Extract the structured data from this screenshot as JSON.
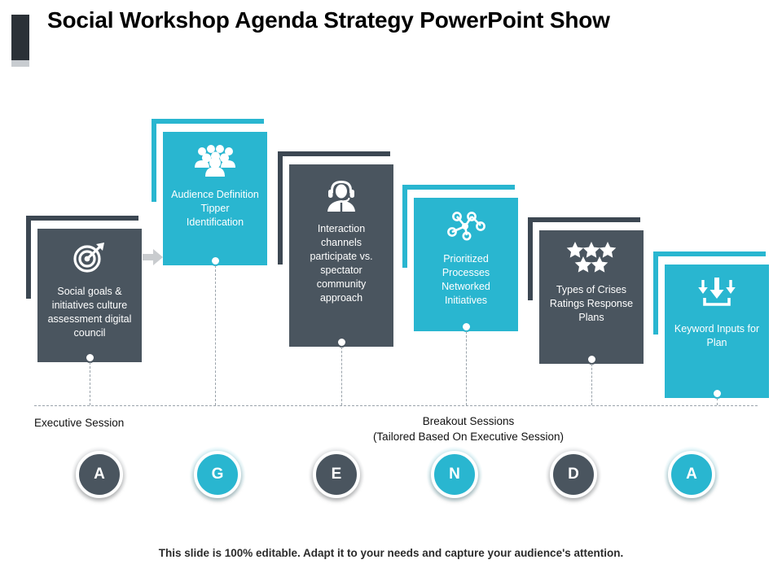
{
  "slide": {
    "title": "Social Workshop Agenda Strategy PowerPoint Show",
    "footer_note": "This slide is 100% editable. Adapt it to your needs and capture your audience's attention."
  },
  "colors": {
    "dark": "#4a555f",
    "teal": "#29b6d0",
    "bracket_dark": "#3c4752",
    "bracket_teal": "#29b6d0",
    "white": "#ffffff",
    "dashed": "#9aa3ab",
    "arrow_gray": "#c9cccf",
    "title_block": "#2b3137"
  },
  "steps": [
    {
      "id": "step-1",
      "icon": "target-icon",
      "text": "Social goals & initiatives culture assessment digital council",
      "theme": "dark"
    },
    {
      "id": "step-2",
      "icon": "people-group-icon",
      "text": "Audience Definition Tipper Identification",
      "theme": "teal"
    },
    {
      "id": "step-3",
      "icon": "headset-agent-icon",
      "text": "Interaction channels participate vs. spectator community approach",
      "theme": "dark"
    },
    {
      "id": "step-4",
      "icon": "network-nodes-icon",
      "text": "Prioritized Processes Networked Initiatives",
      "theme": "teal"
    },
    {
      "id": "step-5",
      "icon": "five-stars-icon",
      "text": "Types of Crises Ratings Response Plans",
      "theme": "dark"
    },
    {
      "id": "step-6",
      "icon": "inputs-tray-icon",
      "text": "Keyword Inputs for Plan",
      "theme": "teal"
    }
  ],
  "timeline": {
    "left_label": "Executive  Session",
    "right_label_line1": "Breakout Sessions",
    "right_label_line2": "(Tailored Based On Executive Session)"
  },
  "agenda": {
    "letters": [
      {
        "letter": "A",
        "theme": "dark"
      },
      {
        "letter": "G",
        "theme": "teal"
      },
      {
        "letter": "E",
        "theme": "dark"
      },
      {
        "letter": "N",
        "theme": "teal"
      },
      {
        "letter": "D",
        "theme": "dark"
      },
      {
        "letter": "A",
        "theme": "teal"
      }
    ]
  },
  "arrow": {
    "name": "right-arrow-connector"
  }
}
